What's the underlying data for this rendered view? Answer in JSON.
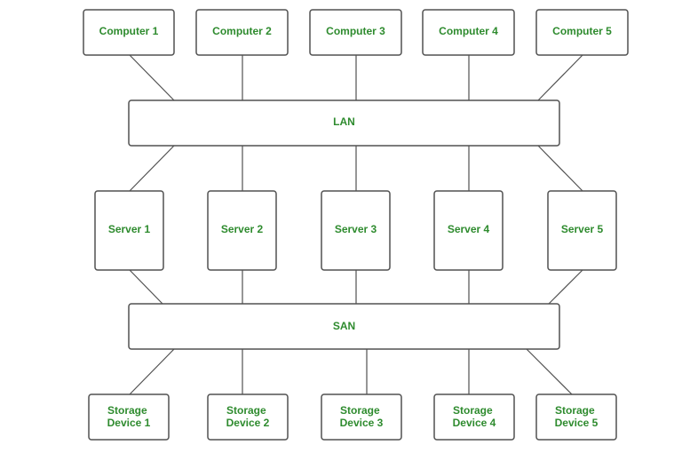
{
  "diagram": {
    "label_color": "#2e8b2e",
    "line_color": "#505050",
    "computers": [
      {
        "label": "Computer 1"
      },
      {
        "label": "Computer 2"
      },
      {
        "label": "Computer 3"
      },
      {
        "label": "Computer 4"
      },
      {
        "label": "Computer 5"
      }
    ],
    "lan": {
      "label": "LAN"
    },
    "servers": [
      {
        "label": "Server 1"
      },
      {
        "label": "Server 2"
      },
      {
        "label": "Server 3"
      },
      {
        "label": "Server 4"
      },
      {
        "label": "Server 5"
      }
    ],
    "san": {
      "label": "SAN"
    },
    "storage": [
      {
        "label": [
          "Storage",
          "Device 1"
        ]
      },
      {
        "label": [
          "Storage",
          "Device 2"
        ]
      },
      {
        "label": [
          "Storage",
          "Device 3"
        ]
      },
      {
        "label": [
          "Storage",
          "Device 4"
        ]
      },
      {
        "label": [
          "Storage",
          "Device 5"
        ]
      }
    ]
  }
}
